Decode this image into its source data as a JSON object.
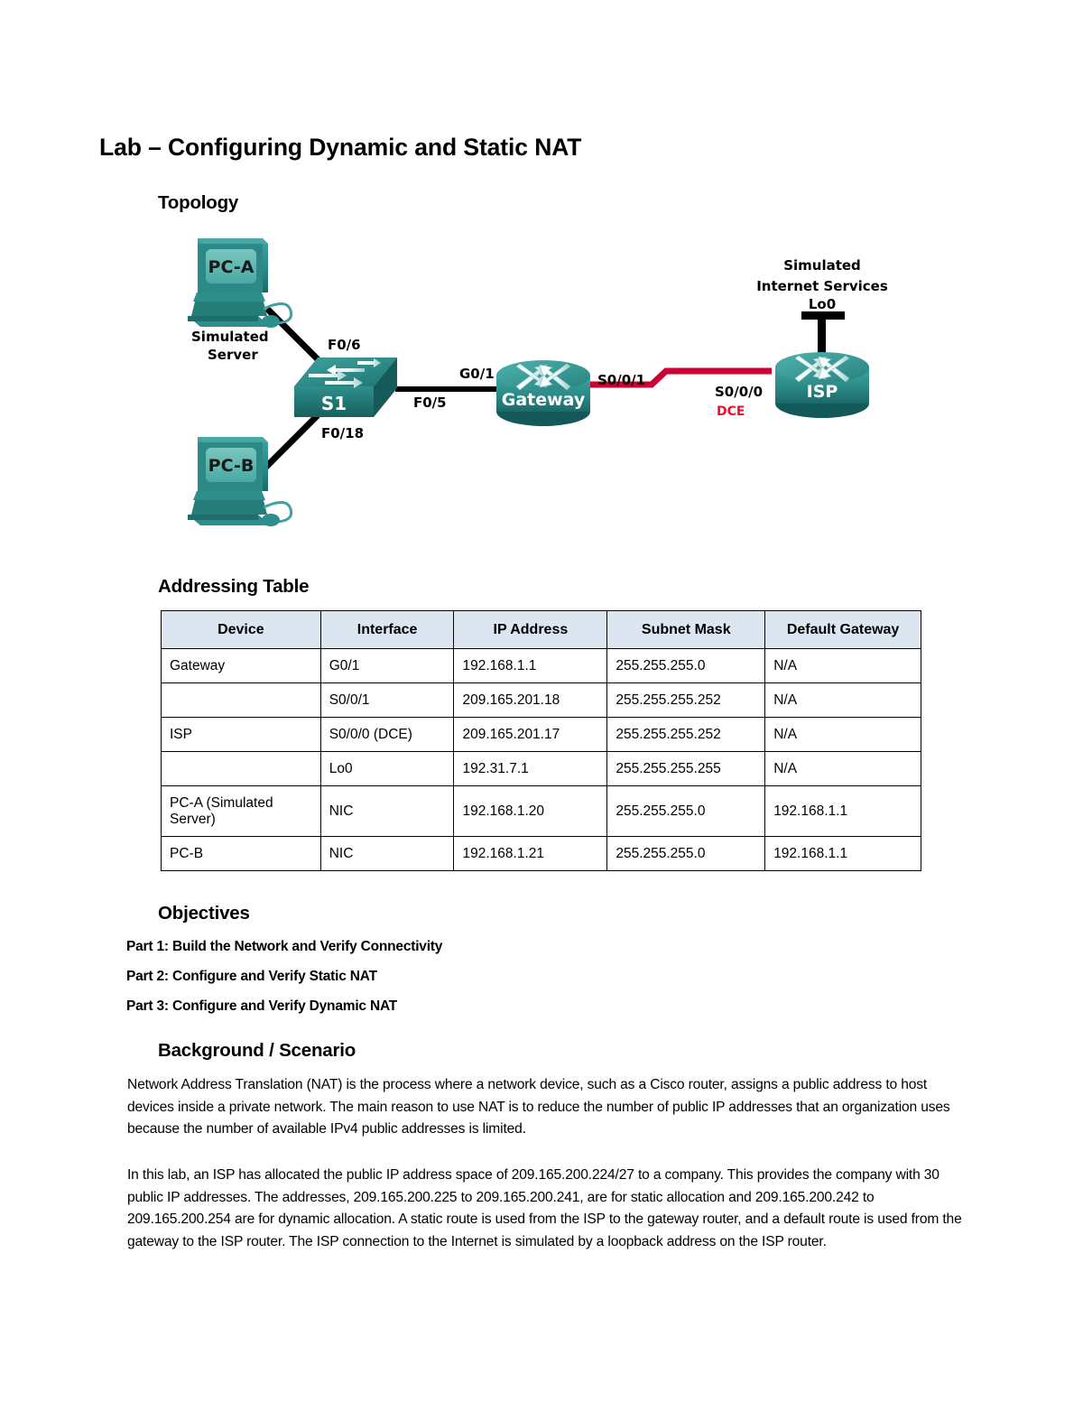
{
  "document": {
    "title": "Lab – Configuring Dynamic and Static NAT"
  },
  "sections": {
    "topology_heading": "Topology",
    "addressing_heading": "Addressing Table",
    "objectives_heading": "Objectives",
    "background_heading": "Background / Scenario"
  },
  "topology": {
    "devices": {
      "pc_a": "PC-A",
      "pc_a_note_line1": "Simulated",
      "pc_a_note_line2": "Server",
      "switch": "S1",
      "gateway": "Gateway",
      "isp": "ISP",
      "pc_b": "PC-B"
    },
    "isp_note": {
      "line1": "Simulated",
      "line2": "Internet Services",
      "line3": "Lo0"
    },
    "interfaces": {
      "sw_to_pca": "F0/6",
      "sw_to_pcb": "F0/18",
      "sw_to_gateway": "F0/5",
      "gateway_lan": "G0/1",
      "gateway_serial": "S0/0/1",
      "isp_serial": "S0/0/0",
      "isp_serial_dce": "DCE"
    },
    "colors": {
      "device_teal": "#2b8c8c",
      "device_teal_dark": "#1d6f6f",
      "screen_teal": "#5bb3ad",
      "serial_link_red": "#cc0033",
      "dce_red": "#e8112d",
      "ethernet_link": "#000000"
    }
  },
  "addressing_table": {
    "headers": [
      "Device",
      "Interface",
      "IP Address",
      "Subnet Mask",
      "Default Gateway"
    ],
    "rows": [
      {
        "device": "Gateway",
        "interface": "G0/1",
        "ip": "192.168.1.1",
        "mask": "255.255.255.0",
        "gateway": "N/A"
      },
      {
        "device": "",
        "interface": "S0/0/1",
        "ip": "209.165.201.18",
        "mask": "255.255.255.252",
        "gateway": "N/A"
      },
      {
        "device": "ISP",
        "interface": "S0/0/0 (DCE)",
        "ip": "209.165.201.17",
        "mask": "255.255.255.252",
        "gateway": "N/A"
      },
      {
        "device": "",
        "interface": "Lo0",
        "ip": "192.31.7.1",
        "mask": "255.255.255.255",
        "gateway": "N/A"
      },
      {
        "device": "PC-A (Simulated Server)",
        "interface": "NIC",
        "ip": "192.168.1.20",
        "mask": "255.255.255.0",
        "gateway": "192.168.1.1"
      },
      {
        "device": "PC-B",
        "interface": "NIC",
        "ip": "192.168.1.21",
        "mask": "255.255.255.0",
        "gateway": "192.168.1.1"
      }
    ],
    "header_background": "#dce6f1"
  },
  "objectives": [
    "Part 1: Build the Network and Verify Connectivity",
    "Part 2: Configure and Verify Static NAT",
    "Part 3: Configure and Verify Dynamic NAT"
  ],
  "background": {
    "paragraphs": [
      "Network Address Translation (NAT) is the process where a network device, such as a Cisco router, assigns a public address to host devices inside a private network. The main reason to use NAT is to reduce the number of public IP addresses that an organization uses because the number of available IPv4 public addresses is limited.",
      "In this lab, an ISP has allocated the public IP address space of 209.165.200.224/27 to a company. This provides the company with 30 public IP addresses. The addresses, 209.165.200.225 to 209.165.200.241, are for static allocation and 209.165.200.242 to 209.165.200.254 are for dynamic allocation. A static route is used from the ISP to the gateway router, and a default route is used from the gateway to the ISP router. The ISP connection to the Internet is simulated by a loopback address on the ISP router."
    ]
  }
}
